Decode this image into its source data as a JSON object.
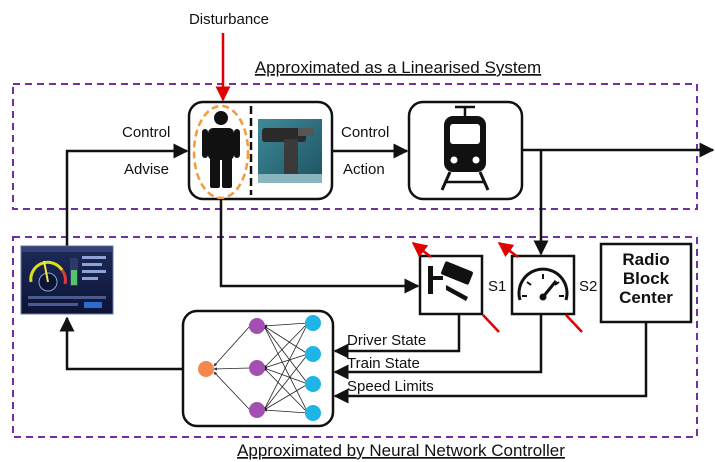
{
  "labels": {
    "disturbance": "Disturbance",
    "top_title": "Approximated as a Linearised System",
    "bottom_title": "Approximated by Neural Network Controller",
    "control_left": "Control",
    "advise": "Advise",
    "control_right": "Control",
    "action": "Action",
    "s1": "S1",
    "s2": "S2",
    "rbc_line1": "Radio",
    "rbc_line2": "Block",
    "rbc_line3": "Center",
    "driver_state": "Driver State",
    "train_state": "Train State",
    "speed_limits": "Speed Limits"
  },
  "colors": {
    "dashed_border": "#7030a0",
    "disturbance_arrow": "#e00000",
    "driver_outline": "#f39a3c",
    "nn_output_node": "#f4874e",
    "nn_hidden_node": "#a24fb1",
    "nn_input_node": "#1fb4e6"
  },
  "icons": [
    "person-icon",
    "brake-lever-image",
    "train-icon",
    "camera-icon",
    "speedometer-icon",
    "dashboard-screen",
    "neural-network-icon"
  ]
}
